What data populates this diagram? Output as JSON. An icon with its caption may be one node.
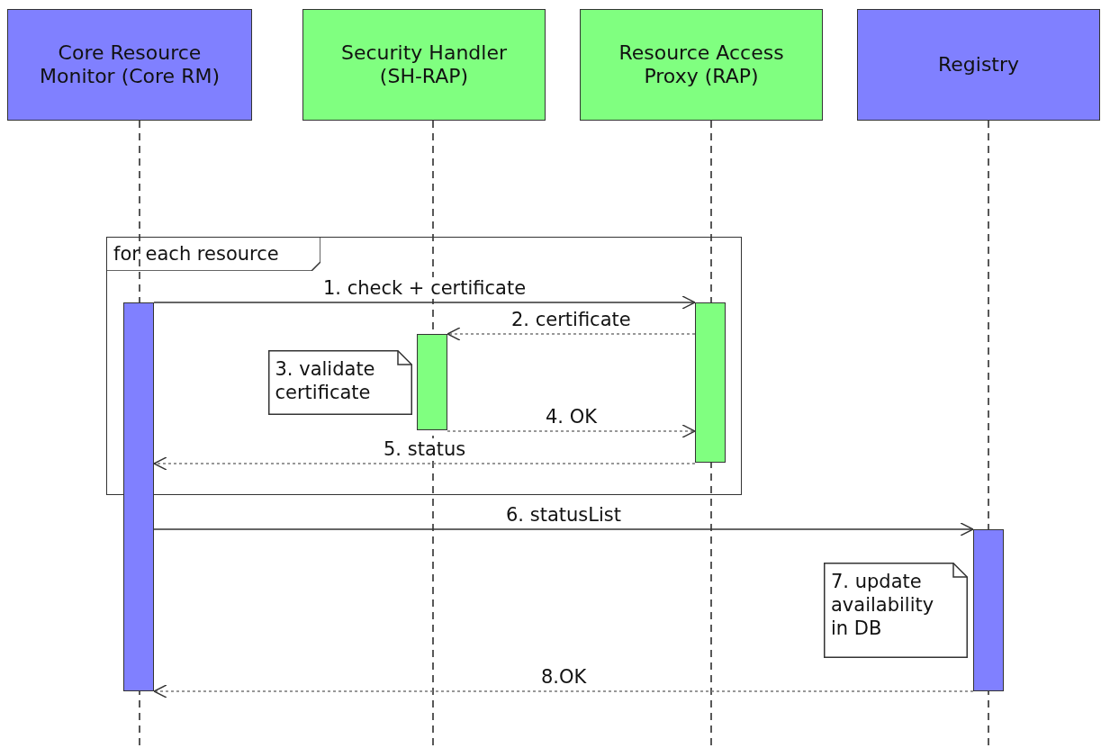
{
  "diagram": {
    "nodes": [
      {
        "text": [
          "Core Resource Monitor (Core RM)"
        ]
      },
      {
        "text": [
          "Security Handler (SH-RAP)"
        ]
      },
      {
        "text": [
          "Resource Access Proxy (RAP)"
        ]
      },
      {
        "text": [
          "Registry"
        ]
      },
      {
        "text": [
          "for each resource"
        ]
      },
      {
        "text": [],
        "shape": "bar"
      },
      {
        "text": [],
        "shape": "bar",
        "in": 4
      },
      {
        "text": [],
        "shape": "bar",
        "in": 4
      },
      {
        "text": [
          "3. validate certificate"
        ],
        "in": 4
      },
      {
        "text": [],
        "shape": "bar"
      },
      {
        "text": [
          "7. update availability in DB"
        ]
      }
    ],
    "edges": [
      {
        "from": 5,
        "to": 7,
        "arrow": "to",
        "label": "1. check + certificate"
      },
      {
        "from": 7,
        "to": 6,
        "arrow": "to",
        "label": "2. certificate",
        "style": "dashed"
      },
      {
        "from": 6,
        "to": 7,
        "arrow": "to",
        "label": "4. OK",
        "style": "dashed"
      },
      {
        "from": 7,
        "to": 5,
        "arrow": "to",
        "label": "5. status",
        "style": "dashed"
      },
      {
        "from": 5,
        "to": 9,
        "arrow": "to",
        "label": "6. statusList"
      },
      {
        "from": 9,
        "to": 5,
        "arrow": "to",
        "label": "8.OK",
        "style": "dashed"
      }
    ]
  }
}
